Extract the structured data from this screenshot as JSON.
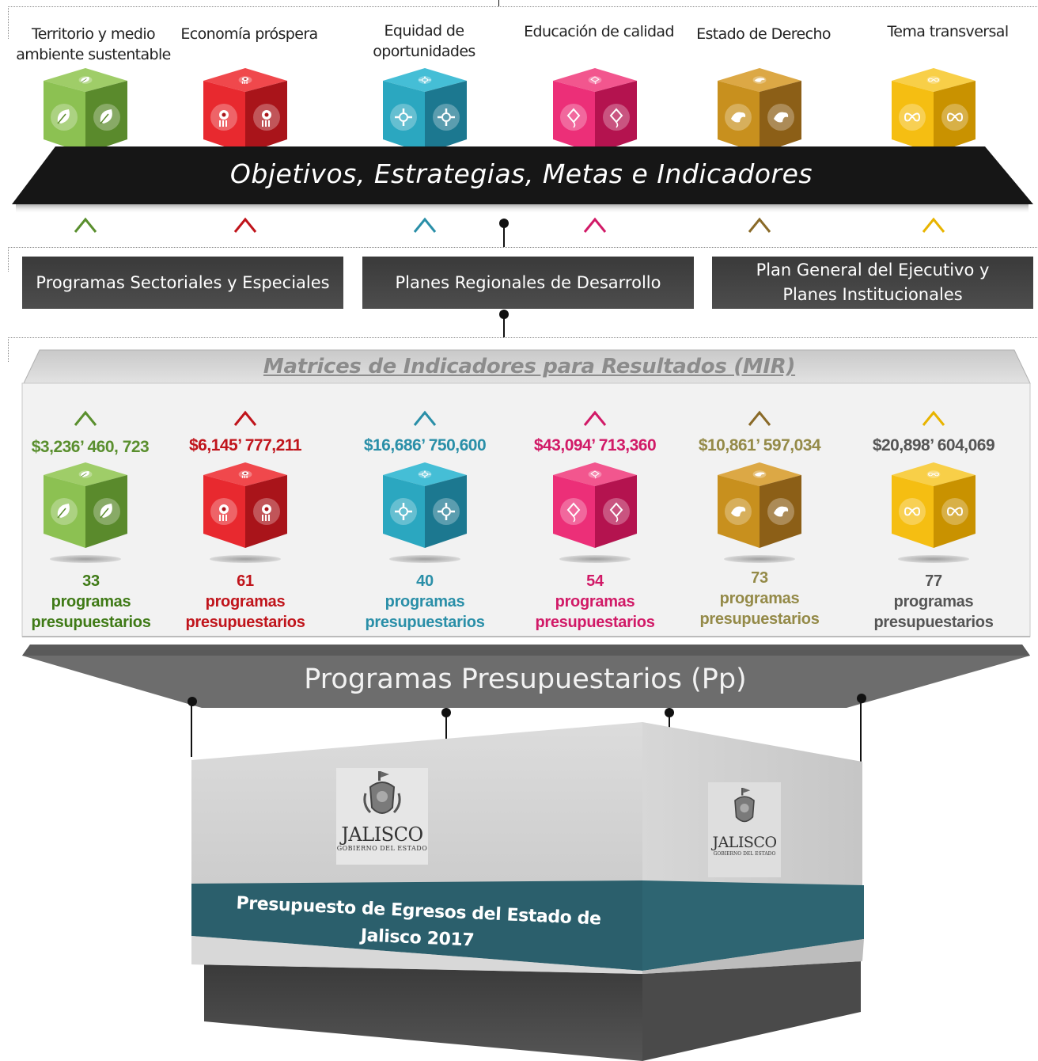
{
  "columns": [
    {
      "key": "territorio",
      "title_line1": "Territorio y medio",
      "title_line2": "ambiente sustentable",
      "icon": "leaf-icon",
      "color": "#5a8f2e",
      "cube_light": "#8cc152",
      "cube_dark": "#5a8a2c",
      "cube_top": "#9fcd68",
      "amount": "$3,236’ 460, 723",
      "count": "33",
      "count_label1": "programas",
      "count_label2": "presupuestarios",
      "count_color": "#3f7a16"
    },
    {
      "key": "economia",
      "title_line1": "Economía próspera",
      "title_line2": "",
      "icon": "gear-icon",
      "color": "#c0141b",
      "cube_light": "#e8292f",
      "cube_dark": "#a9141a",
      "cube_top": "#f0484c",
      "amount": "$6,145’ 777,211",
      "count": "61",
      "count_label1": "programas",
      "count_label2": "presupuestarios",
      "count_color": "#c0141b"
    },
    {
      "key": "equidad",
      "title_line1": "Equidad de",
      "title_line2": "oportunidades",
      "icon": "compass-icon",
      "color": "#2a8fa8",
      "cube_light": "#2ba7c0",
      "cube_dark": "#1c7890",
      "cube_top": "#45bed6",
      "amount": "$16,686’ 750,600",
      "count": "40",
      "count_label1": "programas",
      "count_label2": "presupuestarios",
      "count_color": "#2a8fa8"
    },
    {
      "key": "educacion",
      "title_line1": "Educación de calidad",
      "title_line2": "",
      "icon": "kite-icon",
      "color": "#d11a67",
      "cube_light": "#ec2f78",
      "cube_dark": "#b4134f",
      "cube_top": "#f2568e",
      "amount": "$43,094’ 713,360",
      "count": "54",
      "count_label1": "programas",
      "count_label2": "presupuestarios",
      "count_color": "#d11a67"
    },
    {
      "key": "derecho",
      "title_line1": "Estado de Derecho",
      "title_line2": "",
      "icon": "dove-icon",
      "color": "#8a6a28",
      "cube_light": "#c8901e",
      "cube_dark": "#8c5f17",
      "cube_top": "#dca845",
      "amount": "$10,861’ 597,034",
      "count": "73",
      "count_label1": "programas",
      "count_label2": "presupuestarios",
      "count_color": "#948a48"
    },
    {
      "key": "transversal",
      "title_line1": "Tema transversal",
      "title_line2": "",
      "icon": "infinity-icon",
      "color": "#e8b400",
      "cube_light": "#f5be12",
      "cube_dark": "#c99200",
      "cube_top": "#f8cf48",
      "amount": "$20,898’ 604,069",
      "count": "77",
      "count_label1": "programas",
      "count_label2": "presupuestarios",
      "count_color": "#555555"
    }
  ],
  "objectives_banner": "Objetivos, Estrategias, Metas e Indicadores",
  "plans": {
    "sectorial": "Programas Sectoriales y Especiales",
    "regional": "Planes Regionales de Desarrollo",
    "general_line1": "Plan General del Ejecutivo  y",
    "general_line2": "Planes Institucionales"
  },
  "mir_title": "Matrices de Indicadores para Resultados (MIR)",
  "programas_banner": "Programas Presupuestarios (Pp)",
  "logo": {
    "name": "JALISCO",
    "subtitle": "GOBIERNO DEL ESTADO"
  },
  "budget_line1": "Presupuesto de Egresos del Estado de",
  "budget_line2": "Jalisco 2017"
}
